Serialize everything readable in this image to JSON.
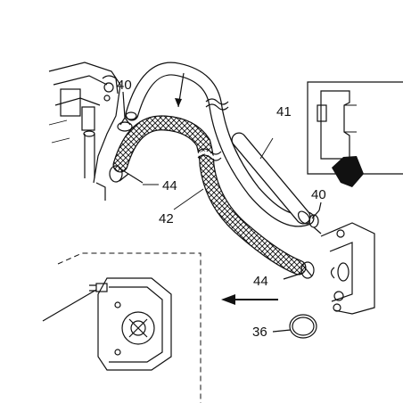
{
  "callouts": {
    "c40_top": "40",
    "c41": "41",
    "c42": "42",
    "c44_upper": "44",
    "c40_right": "40",
    "c44_lower": "44",
    "c36": "36"
  },
  "colors": {
    "ink": "#111111",
    "background": "#ffffff"
  }
}
